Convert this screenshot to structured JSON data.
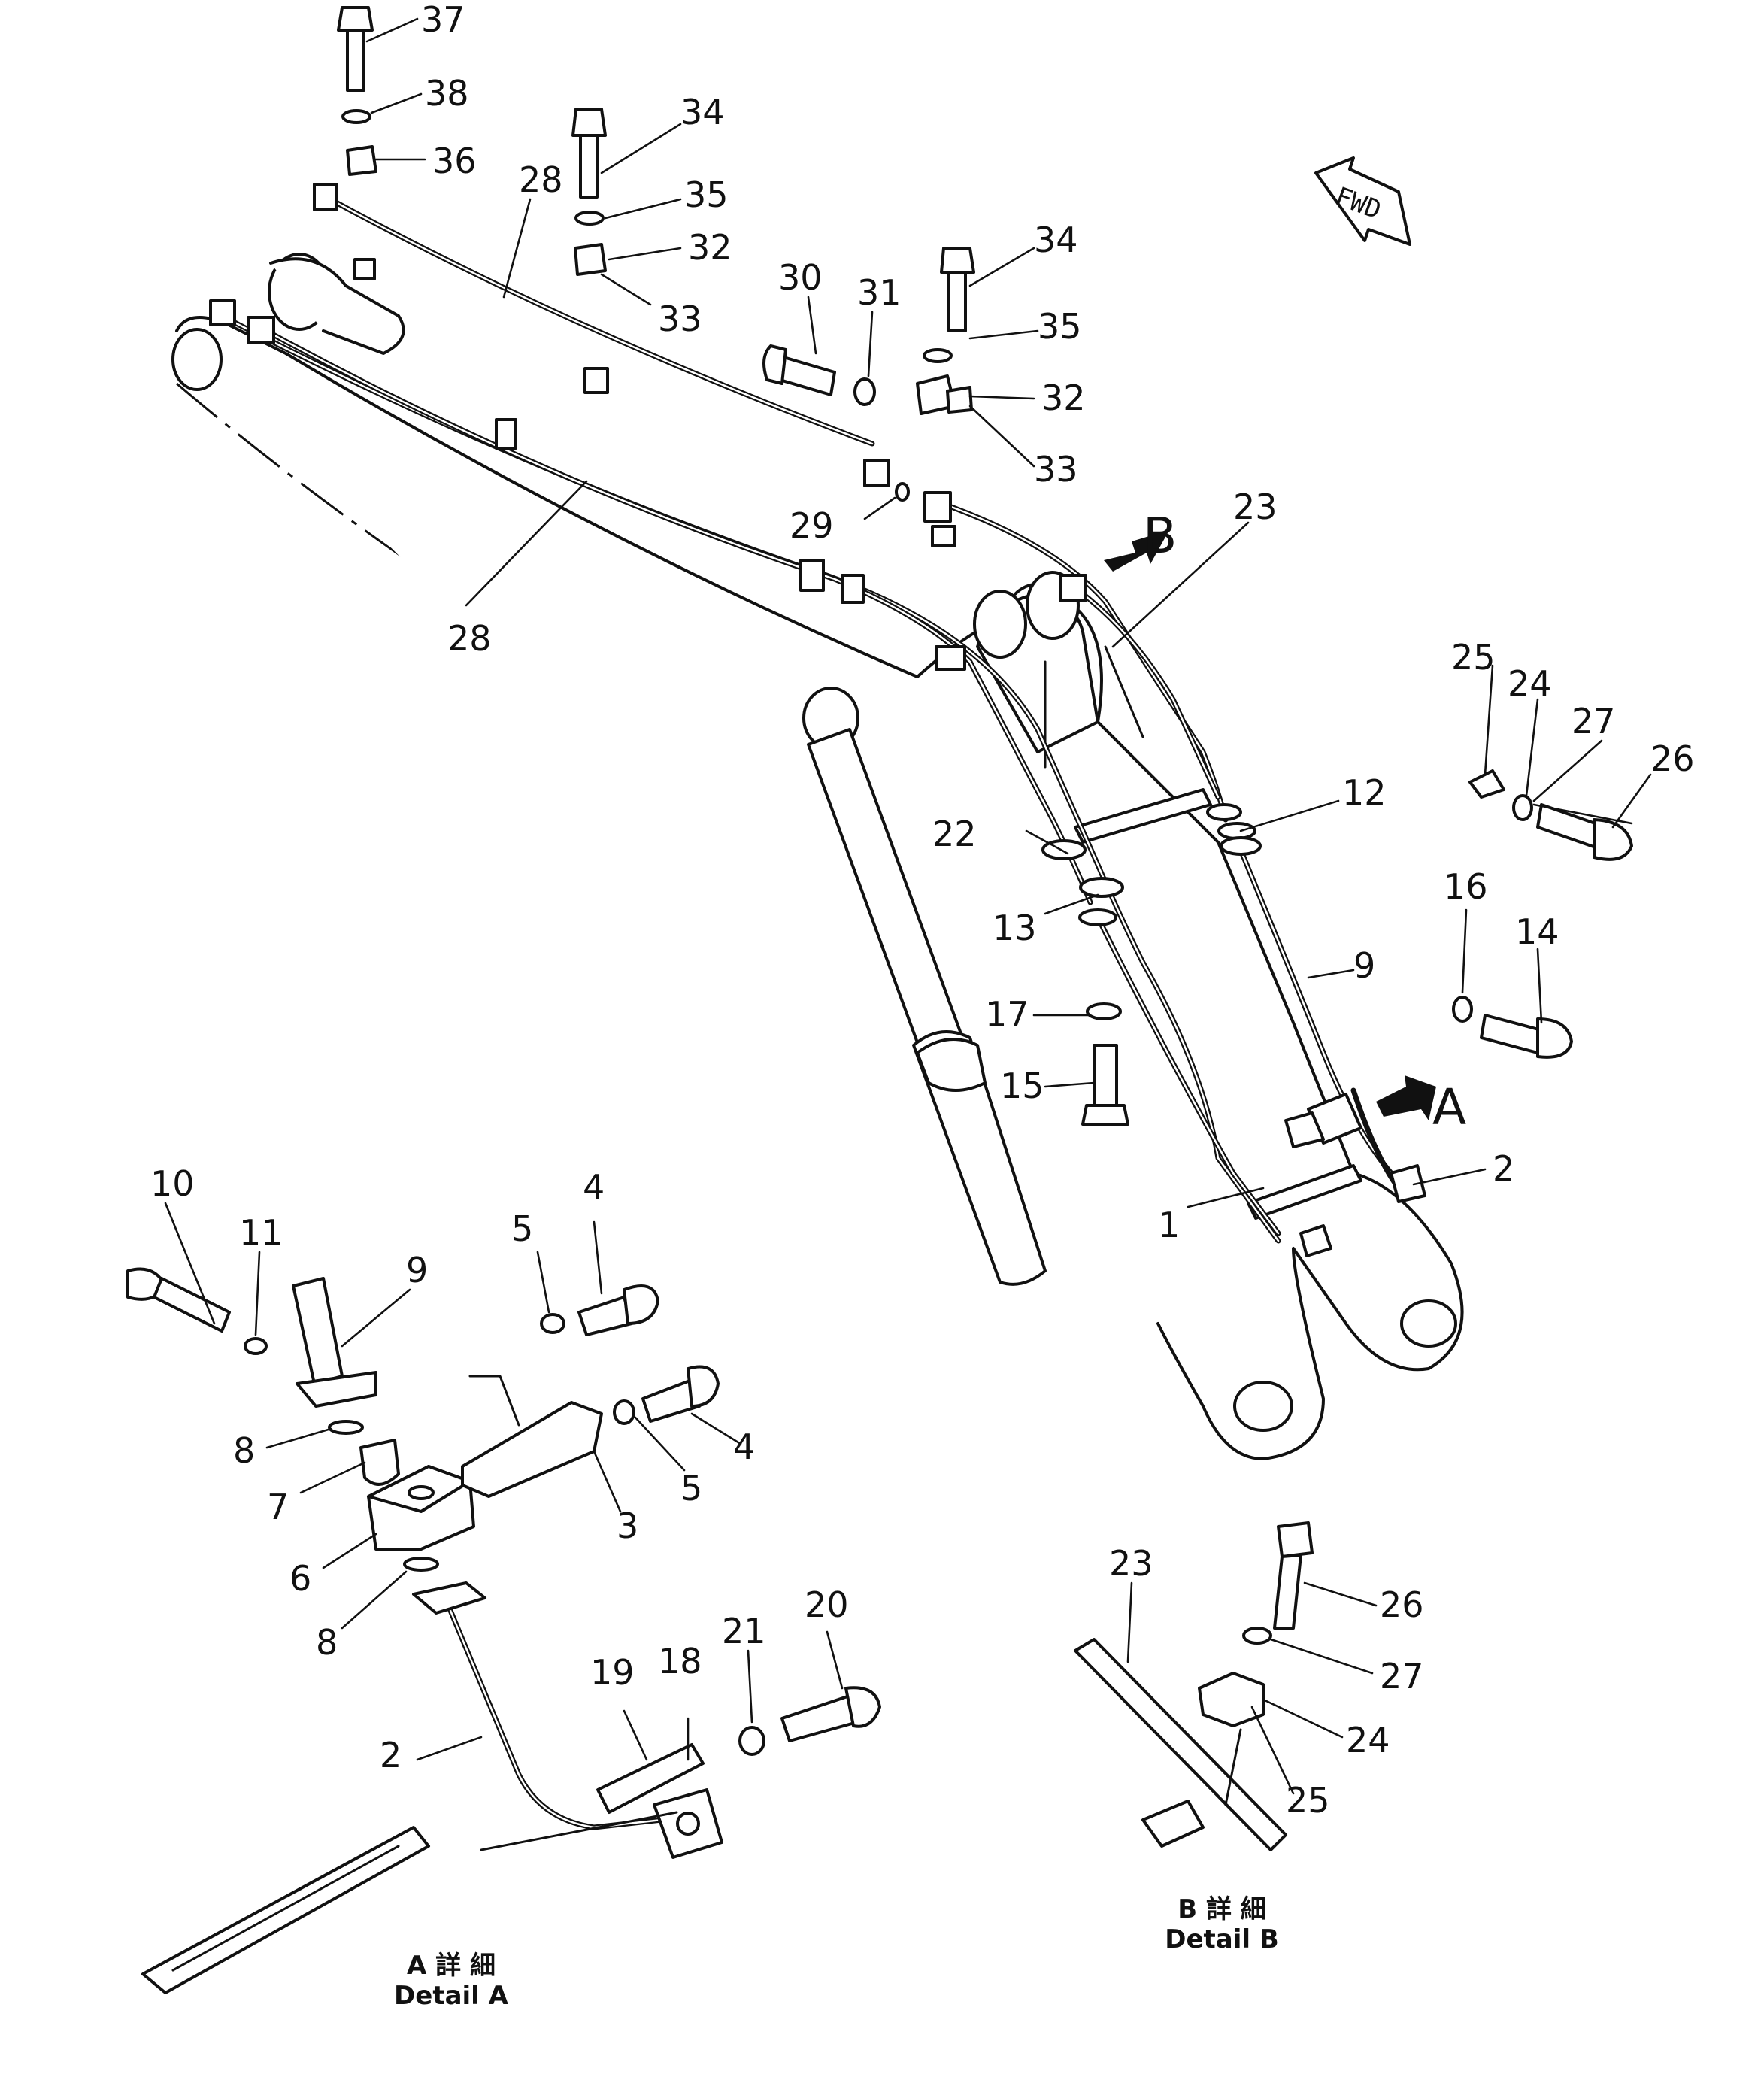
{
  "diagram": {
    "direction_label": "FWD",
    "view_arrow_a": "A",
    "view_arrow_b": "B",
    "detail_a_jp": "A 詳 細",
    "detail_a_en": "Detail A",
    "detail_b_jp": "B 詳 細",
    "detail_b_en": "Detail B",
    "callouts": {
      "c37": "37",
      "c38": "38",
      "c36": "36",
      "c28a": "28",
      "c34a": "34",
      "c35a": "35",
      "c32a": "32",
      "c33a": "33",
      "c30": "30",
      "c31": "31",
      "c34b": "34",
      "c35b": "35",
      "c32b": "32",
      "c33b": "33",
      "c29": "29",
      "c28b": "28",
      "c23": "23",
      "c25": "25",
      "c24": "24",
      "c27": "27",
      "c26": "26",
      "c12": "12",
      "c22": "22",
      "c13": "13",
      "c16": "16",
      "c14": "14",
      "c9": "9",
      "c17": "17",
      "c15": "15",
      "c2": "2",
      "c1": "1",
      "d10": "10",
      "d11": "11",
      "d9": "9",
      "d5a": "5",
      "d4a": "4",
      "d4b": "4",
      "d5b": "5",
      "d8a": "8",
      "d7": "7",
      "d3": "3",
      "d6": "6",
      "d8b": "8",
      "d20": "20",
      "d21": "21",
      "d18": "18",
      "d19": "19",
      "d2": "2",
      "b23": "23",
      "b26": "26",
      "b27": "27",
      "b24": "24",
      "b25": "25"
    }
  }
}
